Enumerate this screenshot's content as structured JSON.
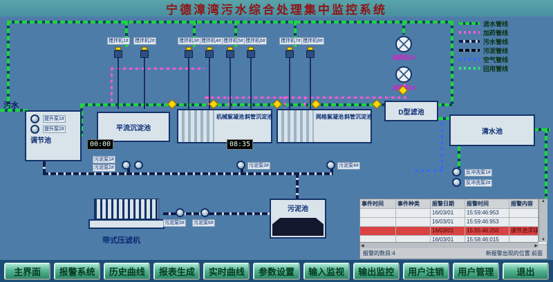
{
  "title": "宁德漳湾污水综合处理集中监控系统",
  "labels": {
    "inlet": "污水"
  },
  "colors": {
    "background": "#4e7ca9",
    "title_text": "#8f1414",
    "button_face": "#3f9e7e",
    "alarm_highlight": "#d94343"
  },
  "icons": {
    "mixer": "motor-with-shaft",
    "pump": "circle-pump-icon",
    "valve": "yellow-diamond-valve",
    "doser": "dosing-fan-circle"
  },
  "legend": {
    "items": [
      {
        "label": "进水管线",
        "color": "#1fd53e"
      },
      {
        "label": "加药管线",
        "color": "#ff5ad8"
      },
      {
        "label": "污水管线",
        "color": "#0f1c49"
      },
      {
        "label": "污泥管线",
        "color": "#05070f"
      },
      {
        "label": "空气管线",
        "color": "#2f6bff"
      },
      {
        "label": "回用管线",
        "color": "#35e77a"
      }
    ]
  },
  "plant": {
    "tanks": {
      "tiaojie": "调节池",
      "pingliu": "平流沉淀池",
      "jixie": "机械絮凝池",
      "xieguan1": "斜管沉淀池",
      "wangge": "网格絮凝池",
      "xieguan2": "斜管沉淀池",
      "dlvchi": "D型滤池",
      "qingshui": "清水池",
      "wuni": "污泥池",
      "yalvji": "带式压滤机"
    },
    "mixers": [
      {
        "label": "搅拌机1#"
      },
      {
        "label": "搅拌机2#"
      },
      {
        "label": "搅拌机3#"
      },
      {
        "label": "搅拌机4#"
      },
      {
        "label": "搅拌机5#"
      },
      {
        "label": "搅拌机6#"
      },
      {
        "label": "搅拌机7#"
      },
      {
        "label": "搅拌机8#"
      }
    ],
    "dosers": [
      {
        "label": "加药机1#"
      },
      {
        "label": "加药机2#"
      }
    ],
    "pumps": {
      "lift1": "提升泵1#",
      "lift2": "提升泵2#",
      "sludge1": "污泥泵1#",
      "sludge2": "污泥泵2#",
      "sludge3": "污泥泵3#",
      "sludge4": "污泥泵4#",
      "sludge5": "污泥泵5#",
      "sludge6": "污泥泵6#",
      "backwash1": "反冲洗泵1#",
      "backwash2": "反冲洗泵2#"
    },
    "timers": [
      {
        "value": "00:00"
      },
      {
        "value": "08:35"
      }
    ]
  },
  "alarm_panel": {
    "headers": [
      "事件时间",
      "事件种类",
      "报警日期",
      "报警时间",
      "报警内容"
    ],
    "rows": [
      {
        "c0": "",
        "c1": "",
        "c2": "16/03/01",
        "c3": "15:59:46:953",
        "c4": ""
      },
      {
        "c0": "",
        "c1": "",
        "c2": "16/03/01",
        "c3": "15:59:46:953",
        "c4": ""
      },
      {
        "c0": "",
        "c1": "",
        "c2": "16/03/01",
        "c3": "15:55:46:250",
        "c4": "调节池浮球"
      },
      {
        "c0": "",
        "c1": "",
        "c2": "16/03/01",
        "c3": "15:58:46:015",
        "c4": ""
      }
    ],
    "footer_count": "报警的数目:4",
    "footer_pos": "新报警出现的位置:前面"
  },
  "toolbar": {
    "buttons": [
      "主界面",
      "报警系统",
      "历史曲线",
      "报表生成",
      "实时曲线",
      "参数设置",
      "输入监视",
      "输出监控",
      "用户注销",
      "用户管理",
      "退出"
    ]
  }
}
